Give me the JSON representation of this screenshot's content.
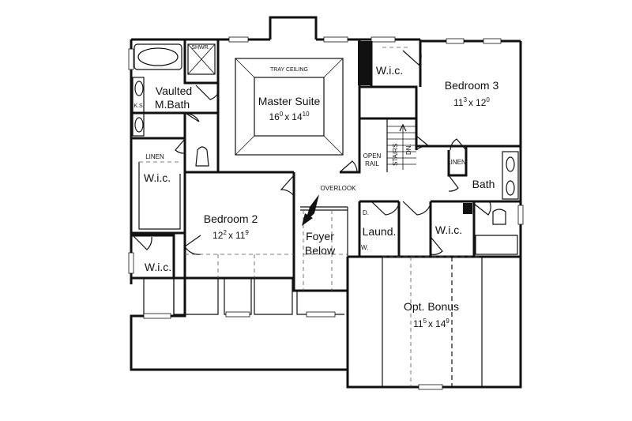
{
  "rooms": {
    "master_suite": {
      "name": "Master Suite",
      "dim_w": "16",
      "dim_w_sup": "0",
      "dim_sep": "x",
      "dim_d": "14",
      "dim_d_sup": "10"
    },
    "tray_ceiling": "TRAY CEILING",
    "vaulted_bath": {
      "line1": "Vaulted",
      "line2": "M.Bath"
    },
    "shower": "SHWR.",
    "ks": "K.S.",
    "linen_left": "LINEN",
    "wic_master": "W.i.c.",
    "bedroom2": {
      "name": "Bedroom 2",
      "dim_w": "12",
      "dim_w_sup": "2",
      "dim_sep": "x",
      "dim_d": "11",
      "dim_d_sup": "9"
    },
    "wic_bed2": "W.i.c.",
    "overlook": "OVERLOOK",
    "foyer": {
      "line1": "Foyer",
      "line2": "Below"
    },
    "open_rail": {
      "line1": "OPEN",
      "line2": "RAIL"
    },
    "stairs": {
      "line1": "STAIRS",
      "line2": "DN."
    },
    "laundry": "Laund.",
    "dryer": "D.",
    "washer": "W.",
    "wic_bed3_top": "W.i.c.",
    "bedroom3": {
      "name": "Bedroom 3",
      "dim_w": "11",
      "dim_w_sup": "3",
      "dim_sep": "x",
      "dim_d": "12",
      "dim_d_sup": "0"
    },
    "linen_right": "LINEN",
    "bath": "Bath",
    "wic_right": "W.i.c.",
    "bonus": {
      "name": "Opt. Bonus",
      "dim_w": "11",
      "dim_w_sup": "5",
      "dim_sep": "x",
      "dim_d": "14",
      "dim_d_sup": "9"
    }
  }
}
